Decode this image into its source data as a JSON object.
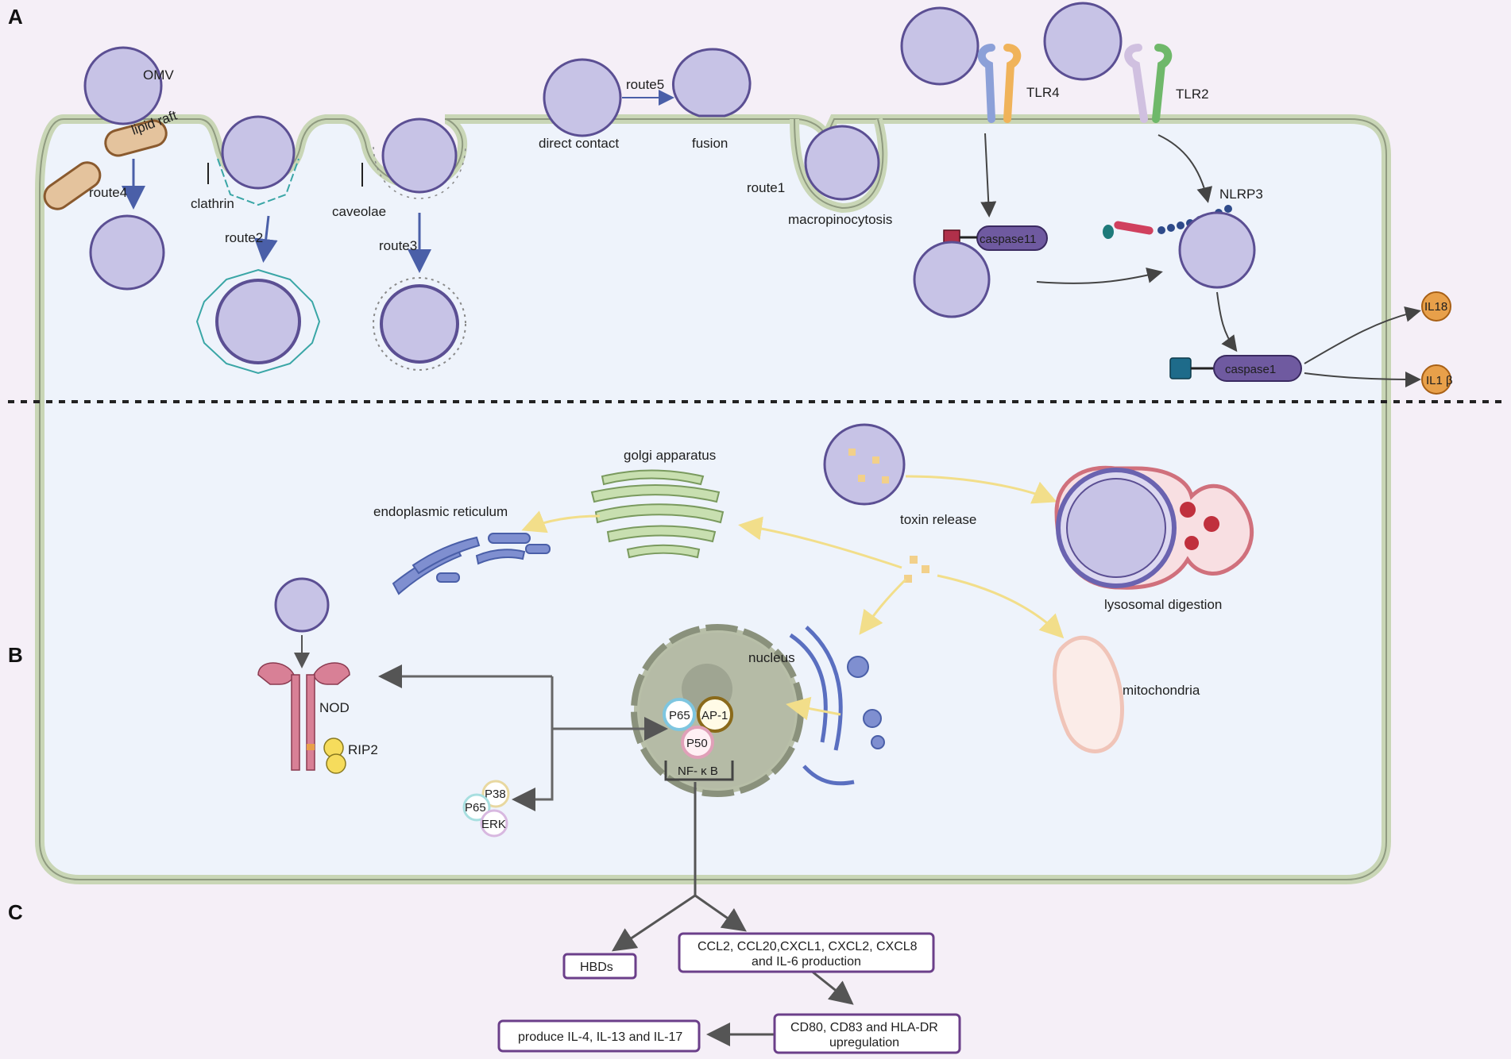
{
  "panels": {
    "a": "A",
    "b": "B",
    "c": "C"
  },
  "panel_a": {
    "omv": "OMV",
    "lipid_raft": "lipid raft",
    "route4": "route4",
    "clathrin": "clathrin",
    "route2": "route2",
    "caveolae": "caveolae",
    "route3": "route3",
    "direct_contact": "direct contact",
    "route5": "route5",
    "fusion": "fusion",
    "route1": "route1",
    "macropinocytosis": "macropinocytosis",
    "tlr4": "TLR4",
    "tlr2": "TLR2",
    "caspase11": "caspase11",
    "nlrp3": "NLRP3",
    "caspase1": "caspase1",
    "il18": "IL18",
    "il1b": "IL1 β"
  },
  "panel_b": {
    "golgi": "golgi apparatus",
    "er": "endoplasmic reticulum",
    "toxin_release": "toxin release",
    "lysosomal_digestion": "lysosomal digestion",
    "nucleus": "nucleus",
    "mitochondria": "mitochondria",
    "nod": "NOD",
    "rip2": "RIP2",
    "p65": "P65",
    "ap1": "AP-1",
    "p50": "P50",
    "nfkb": "NF- κ B",
    "p38": "P38",
    "p65b": "P65",
    "erk": "ERK"
  },
  "panel_c": {
    "hbds": "HBDs",
    "chemokines_line1": "CCL2, CCL20,CXCL1, CXCL2, CXCL8",
    "chemokines_line2": "and IL-6 production",
    "cd_line1": "CD80,  CD83 and HLA-DR",
    "cd_line2": "upregulation",
    "produce": "produce IL-4, IL-13 and IL-17"
  },
  "colors": {
    "background": "#f5eff7",
    "cell_fill": "#eef3fb",
    "membrane": "#c9d6b6",
    "vesicle": "#c7c3e6",
    "vesicle_stroke": "#5b4f93",
    "box_stroke": "#6b3f8a",
    "caspase": "#6f5aa0",
    "interleukin": "#e8a04a"
  }
}
